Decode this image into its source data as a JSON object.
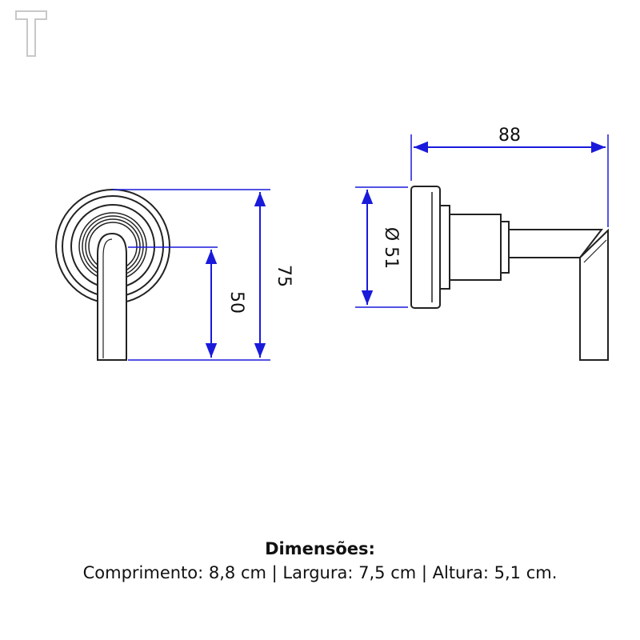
{
  "dimensions": {
    "length_88": "88",
    "height_75": "75",
    "lever_50": "50",
    "diameter_51": "Ø 51"
  },
  "caption": {
    "title": "Dimensões:",
    "line": "Comprimento: 8,8 cm | Largura: 7,5 cm | Altura: 5,1 cm."
  },
  "colors": {
    "dimension_line": "#1a1adb",
    "outline": "#222222",
    "extension_line": "#1a1adb"
  },
  "icons": {
    "brand": "brand-logo-icon"
  }
}
